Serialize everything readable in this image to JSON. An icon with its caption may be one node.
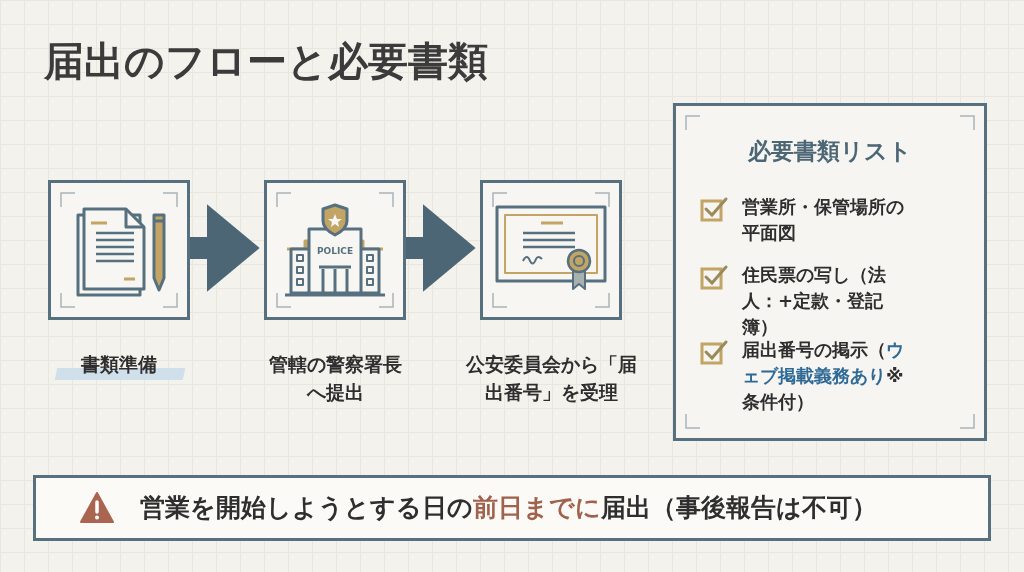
{
  "diagram": {
    "title": "届出のフローと必要書類",
    "nodes": [
      {
        "text": [
          "書類準備"
        ]
      },
      {
        "text": [
          "管轄の警察署長へ提出"
        ]
      },
      {
        "text": [
          "公安委員会から「届出番号」を受理"
        ]
      },
      {
        "text": [
          "必要書類リスト",
          "営業所・保管場所の平面図",
          "住民票の写し（法人：+定款・登記簿）",
          "届出番号の掲示（**ウェブ掲載義務あり**※条件付）"
        ]
      },
      {
        "text": [
          "営業を開始しようとする日の**前日までに**届出（事後報告は不可）"
        ]
      }
    ],
    "edges": [
      {
        "from": 0,
        "to": 1,
        "arrow": "to"
      },
      {
        "from": 1,
        "to": 2,
        "arrow": "to"
      }
    ],
    "labels": [
      "POLICE"
    ]
  }
}
